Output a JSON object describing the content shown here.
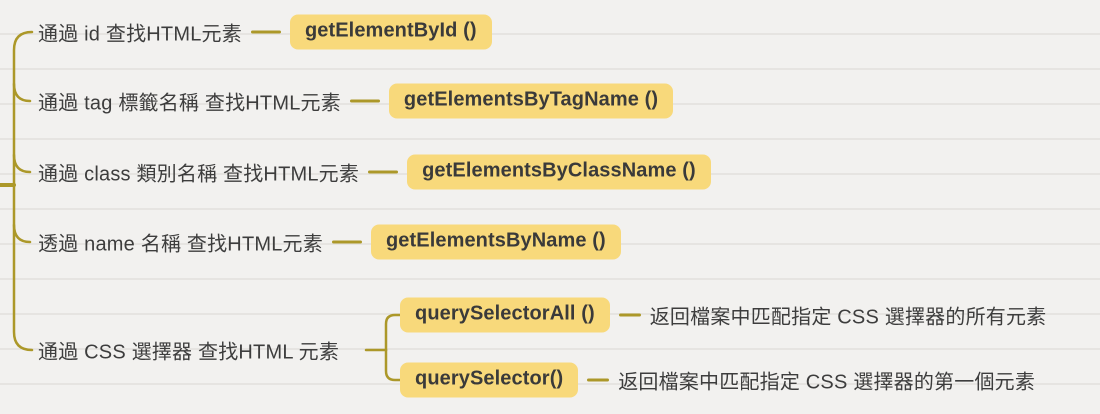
{
  "colors": {
    "branch_line": "#ac9829",
    "node_background": "#f8d97b",
    "node_text": "#3a3a3a",
    "label_text": "#3d3d3d",
    "paper_background": "#f2f1ef"
  },
  "mindmap": {
    "branches": [
      {
        "label": "通過 id 查找HTML元素",
        "method": "getElementById ()"
      },
      {
        "label": "通過 tag 標籤名稱 查找HTML元素",
        "method": "getElementsByTagName ()"
      },
      {
        "label": "通過 class 類別名稱 查找HTML元素",
        "method": "getElementsByClassName ()"
      },
      {
        "label": "透過 name 名稱 查找HTML元素",
        "method": "getElementsByName ()"
      },
      {
        "label": "通過 CSS 選擇器 查找HTML 元素",
        "children": [
          {
            "method": "querySelectorAll ()",
            "description": "返回檔案中匹配指定 CSS 選擇器的所有元素"
          },
          {
            "method": "querySelector()",
            "description": "返回檔案中匹配指定 CSS 選擇器的第一個元素"
          }
        ]
      }
    ]
  }
}
